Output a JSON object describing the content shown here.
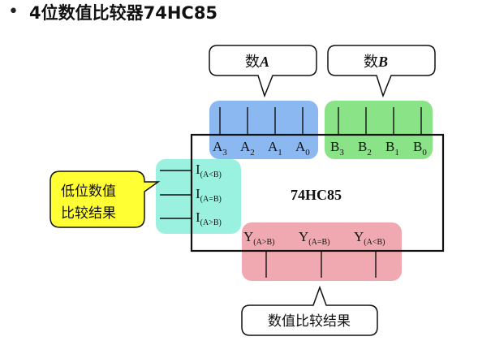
{
  "title": "4位数值比较器74HC85",
  "chip_label": "74HC85",
  "callouts": {
    "a": {
      "text": "数",
      "var": "A"
    },
    "b": {
      "text": "数",
      "var": "B"
    },
    "low_bits": {
      "line1": "低位数值",
      "line2": "比较结果"
    },
    "result": "数值比较结果"
  },
  "pins_a": [
    {
      "base": "A",
      "sub": "3"
    },
    {
      "base": "A",
      "sub": "2"
    },
    {
      "base": "A",
      "sub": "1"
    },
    {
      "base": "A",
      "sub": "0"
    }
  ],
  "pins_b": [
    {
      "base": "B",
      "sub": "3"
    },
    {
      "base": "B",
      "sub": "2"
    },
    {
      "base": "B",
      "sub": "1"
    },
    {
      "base": "B",
      "sub": "0"
    }
  ],
  "inputs_i": [
    {
      "base": "I",
      "sub": "(A<B)"
    },
    {
      "base": "I",
      "sub": "(A=B)"
    },
    {
      "base": "I",
      "sub": "(A>B)"
    }
  ],
  "outputs_y": [
    {
      "base": "Y",
      "sub": "(A>B)"
    },
    {
      "base": "Y",
      "sub": "(A=B)"
    },
    {
      "base": "Y",
      "sub": "(A<B)"
    }
  ],
  "colors": {
    "blue_highlight": "#7fb0f0",
    "green_highlight": "#7ee07a",
    "cyan_highlight": "#8ff0dc",
    "red_highlight": "#f0a0a8",
    "yellow_callout": "#ffff33",
    "outline": "#111111"
  }
}
